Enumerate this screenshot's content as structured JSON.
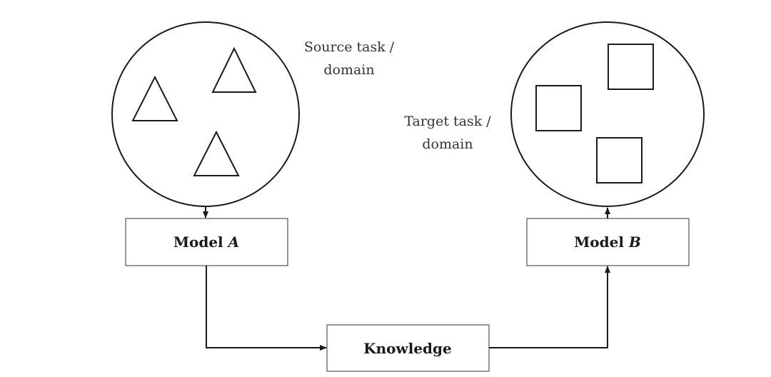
{
  "source": {
    "label_line1": "Source task /",
    "label_line2": "domain",
    "shape_icon": "triangle",
    "shape_count": 3
  },
  "target": {
    "label_line1": "Target task /",
    "label_line2": "domain",
    "shape_icon": "square",
    "shape_count": 3
  },
  "model_a": {
    "label": "Model ",
    "variable": "A"
  },
  "model_b": {
    "label": "Model ",
    "variable": "B"
  },
  "knowledge": {
    "label": "Knowledge"
  },
  "colors": {
    "stroke": "#1a1a1a",
    "box_border": "#555555",
    "background": "#ffffff"
  }
}
